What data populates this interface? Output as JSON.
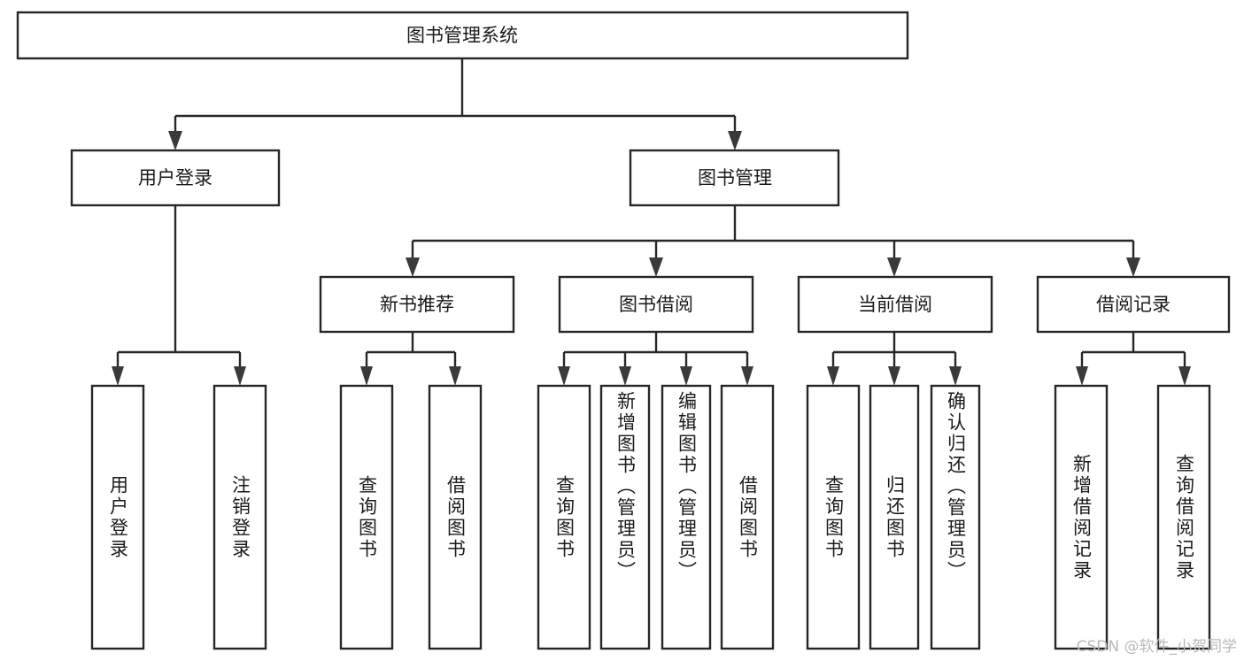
{
  "diagram": {
    "title": "图书管理系统",
    "type": "tree",
    "watermark": "CSDN @软件_小贺同学",
    "colors": {
      "background": "#ffffff",
      "box_border": "#262626",
      "box_fill": "#ffffff",
      "connector": "#262626",
      "text": "#1a1a1a",
      "watermark": "#b9b9b9"
    },
    "root": {
      "label": "图书管理系统"
    },
    "level2": [
      {
        "label": "用户登录"
      },
      {
        "label": "图书管理"
      }
    ],
    "level3": [
      {
        "label": "新书推荐"
      },
      {
        "label": "图书借阅"
      },
      {
        "label": "当前借阅"
      },
      {
        "label": "借阅记录"
      }
    ],
    "leaves": {
      "user_login": [
        {
          "label": "用户登录"
        },
        {
          "label": "注销登录"
        }
      ],
      "new_book": [
        {
          "label": "查询图书"
        },
        {
          "label": "借阅图书"
        }
      ],
      "book_borrow": [
        {
          "label": "查询图书"
        },
        {
          "label": "新增图书（管理员）"
        },
        {
          "label": "编辑图书（管理员）"
        },
        {
          "label": "借阅图书"
        }
      ],
      "current_borrow": [
        {
          "label": "查询图书"
        },
        {
          "label": "归还图书"
        },
        {
          "label": "确认归还（管理员）"
        }
      ],
      "borrow_record": [
        {
          "label": "新增借阅记录"
        },
        {
          "label": "查询借阅记录"
        }
      ]
    }
  }
}
